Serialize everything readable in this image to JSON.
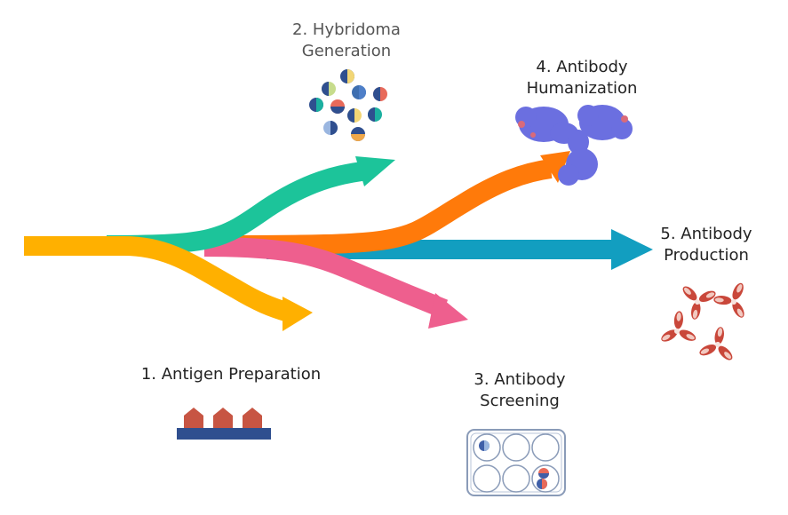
{
  "stages": [
    {
      "id": "s1",
      "label_lines": [
        "1. Antigen Preparation"
      ],
      "color": "#FFB000",
      "icon": "antigen-membrane-icon"
    },
    {
      "id": "s2",
      "label_lines": [
        "2. Hybridoma",
        "Generation"
      ],
      "color": "#1CC49A",
      "icon": "hybridoma-cells-icon"
    },
    {
      "id": "s3",
      "label_lines": [
        "3. Antibody",
        "Screening"
      ],
      "color": "#EE5F8E",
      "icon": "well-plate-icon"
    },
    {
      "id": "s4",
      "label_lines": [
        "4. Antibody",
        "Humanization"
      ],
      "color": "#FF7A0A",
      "icon": "antibody-protein-icon"
    },
    {
      "id": "s5",
      "label_lines": [
        "5. Antibody",
        "Production"
      ],
      "color": "#129EC0",
      "icon": "antibody-molecules-icon"
    }
  ]
}
